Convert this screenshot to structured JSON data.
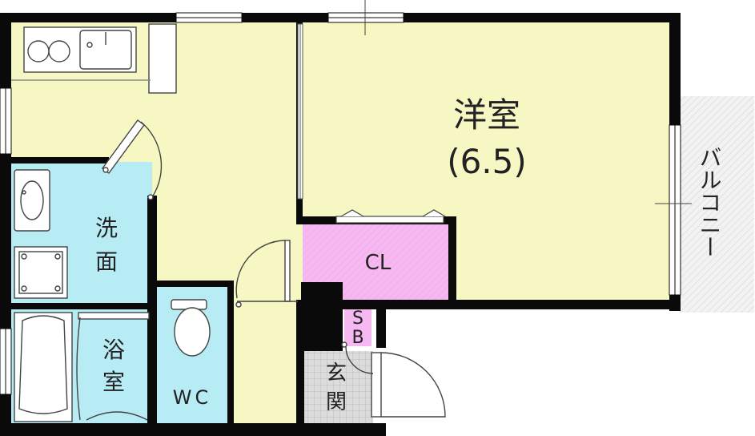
{
  "rooms": {
    "western_room": {
      "name": "洋室",
      "size": "(6.5)"
    },
    "closet": "CL",
    "shoe_box": {
      "line1": "S",
      "line2": "B"
    },
    "washroom": {
      "line1": "洗",
      "line2": "面"
    },
    "bathroom": {
      "line1": "浴",
      "line2": "室"
    },
    "toilet": "WC",
    "entrance": {
      "line1": "玄",
      "line2": "関"
    },
    "balcony": "バルコニー"
  },
  "colors": {
    "wall": "#0a0a0a",
    "living_floor": "#f7f7c4",
    "wet_area": "#b8ecf5",
    "closet": "#f5b8f0",
    "balcony": "#efefef",
    "entrance": "#d9d9d9",
    "fixture_line": "#444444"
  }
}
